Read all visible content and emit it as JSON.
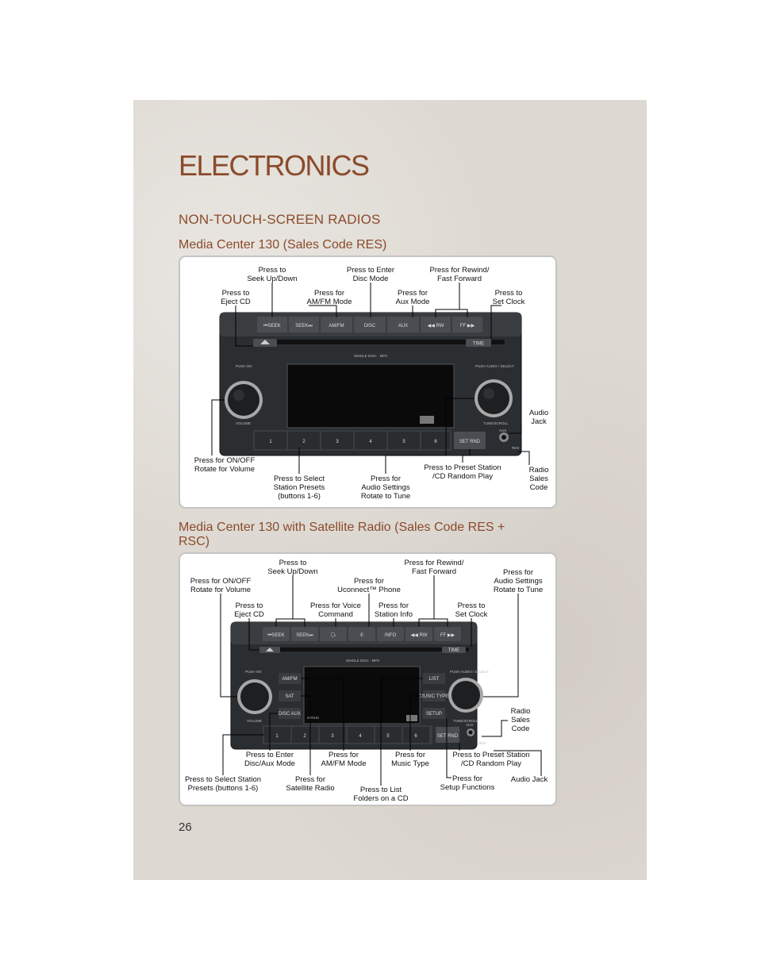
{
  "header": {
    "section": "ELECTRONICS",
    "subsection": "NON-TOUCH-SCREEN RADIOS"
  },
  "figure1": {
    "caption": "Media Center 130 (Sales Code RES)",
    "buttons": {
      "seek_down": "⏮SEEK",
      "seek_up": "SEEK⏭",
      "amfm": "AM/FM",
      "disc": "DISC",
      "aux": "AUX",
      "rw": "◀◀ RW",
      "ff": "FF ▶▶",
      "time": "TIME",
      "set_rnd": "SET RND",
      "presets": [
        "1",
        "2",
        "3",
        "4",
        "5",
        "6"
      ]
    },
    "panel_text": {
      "single_disc": "SINGLE DISC · MP3",
      "push_on": "PUSH ON",
      "volume": "VOLUME",
      "push_audio": "PUSH AUDIO / SELECT",
      "tune_scroll": "TUNE/SCROLL",
      "aux_small": "AUX",
      "res_small": "RES"
    },
    "callouts": {
      "seek": [
        "Press to",
        "Seek Up/Down"
      ],
      "disc": [
        "Press to Enter",
        "Disc Mode"
      ],
      "rwff": [
        "Press for Rewind/",
        "Fast Forward"
      ],
      "eject": [
        "Press to",
        "Eject CD"
      ],
      "amfm": [
        "Press for",
        "AM/FM Mode"
      ],
      "aux": [
        "Press for",
        "Aux Mode"
      ],
      "clock": [
        "Press to",
        "Set Clock"
      ],
      "audio_jack": [
        "Audio",
        "Jack"
      ],
      "power": [
        "Press for ON/OFF",
        "Rotate for Volume"
      ],
      "presets": [
        "Press to Select",
        "Station Presets",
        "(buttons 1-6)"
      ],
      "audio_settings": [
        "Press for",
        "Audio Settings",
        "Rotate to Tune"
      ],
      "preset_random": [
        "Press to Preset Station",
        "/CD Random Play"
      ],
      "sales_code": [
        "Radio",
        "Sales",
        "Code"
      ]
    }
  },
  "figure2": {
    "caption": "Media Center 130 with Satellite Radio (Sales Code RES + RSC)",
    "buttons": {
      "seek_down": "⏮SEEK",
      "seek_up": "SEEK⏭",
      "info": "INFO",
      "rw": "◀◀ RW",
      "ff": "FF ▶▶",
      "time": "TIME",
      "amfm": "AM/FM",
      "sat": "SAT",
      "disc_aux": "DISC AUX",
      "list": "LIST",
      "music_type": "MUSIC TYPE",
      "setup": "SETUP",
      "set_rnd": "SET RND",
      "presets": [
        "1",
        "2",
        "3",
        "4",
        "5",
        "6"
      ]
    },
    "panel_text": {
      "single_disc": "SINGLE DISC · MP3",
      "push_on": "PUSH ON",
      "volume": "VOLUME",
      "push_audio": "PUSH AUDIO / SELECT",
      "tune_scroll": "TUNE/SCROLL",
      "sirius": "SIRIUS",
      "aux_small": "AUX",
      "res_small": "RES"
    },
    "callouts": {
      "seek": [
        "Press to",
        "Seek Up/Down"
      ],
      "rwff": [
        "Press for Rewind/",
        "Fast Forward"
      ],
      "power": [
        "Press for ON/OFF",
        "Rotate for Volume"
      ],
      "uconnect": [
        "Press for",
        "Uconnect™ Phone"
      ],
      "audio_settings": [
        "Press for",
        "Audio Settings",
        "Rotate to Tune"
      ],
      "eject": [
        "Press to",
        "Eject CD"
      ],
      "voice": [
        "Press for Voice",
        "Command"
      ],
      "info": [
        "Press for",
        "Station Info"
      ],
      "clock": [
        "Press to",
        "Set Clock"
      ],
      "sales_code": [
        "Radio",
        "Sales",
        "Code"
      ],
      "disc_aux": [
        "Press to Enter",
        "Disc/Aux Mode"
      ],
      "amfm": [
        "Press for",
        "AM/FM Mode"
      ],
      "music_type": [
        "Press for",
        "Music Type"
      ],
      "preset_random": [
        "Press to Preset Station",
        "/CD Random Play"
      ],
      "presets": [
        "Press to Select Station",
        "Presets (buttons 1-6)"
      ],
      "satellite": [
        "Press for",
        "Satellite Radio"
      ],
      "list": [
        "Press to List",
        "Folders on a CD"
      ],
      "setup": [
        "Press for",
        "Setup Functions"
      ],
      "audio_jack": [
        "Audio Jack"
      ]
    }
  },
  "page_number": "26"
}
